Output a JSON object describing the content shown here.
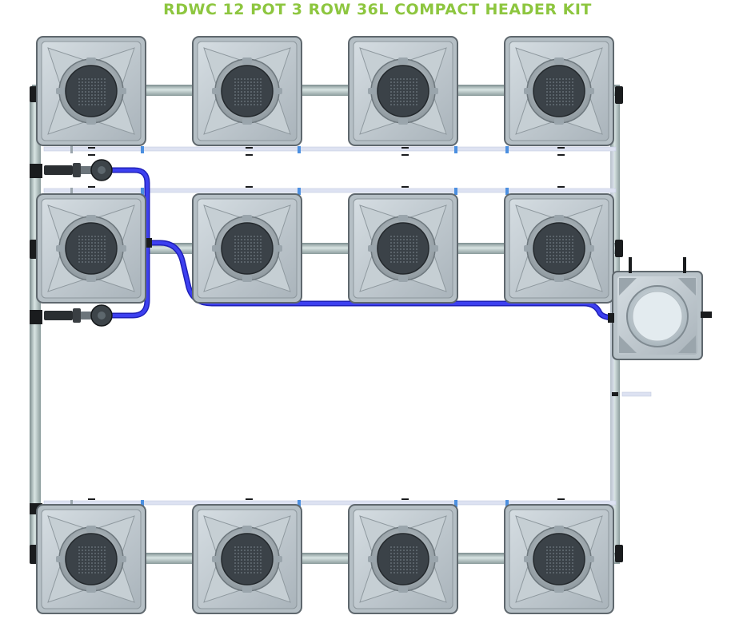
{
  "diagram": {
    "title": "RDWC 12 POT 3 ROW 36L COMPACT HEADER KIT",
    "rows": 3,
    "pots_per_row": 4,
    "pot_volume": "36L"
  },
  "colors": {
    "title_green": "#8dc63f",
    "pot_body": "#c3ccd2",
    "pot_edge": "#5f686e",
    "basket": "#3b4248",
    "pipe": "#aebdbd",
    "pipe_dark": "#7d8e8f",
    "hose_blue": "#3436e8",
    "fitting_black": "#1a1c1e",
    "drip_line": "#dde2f2",
    "blue_fitting": "#4b8fe0"
  },
  "icons": {
    "pot": "grow-pot-icon",
    "net_basket": "net-basket-icon",
    "header_tank": "header-tank-icon",
    "pump": "pump-icon"
  }
}
